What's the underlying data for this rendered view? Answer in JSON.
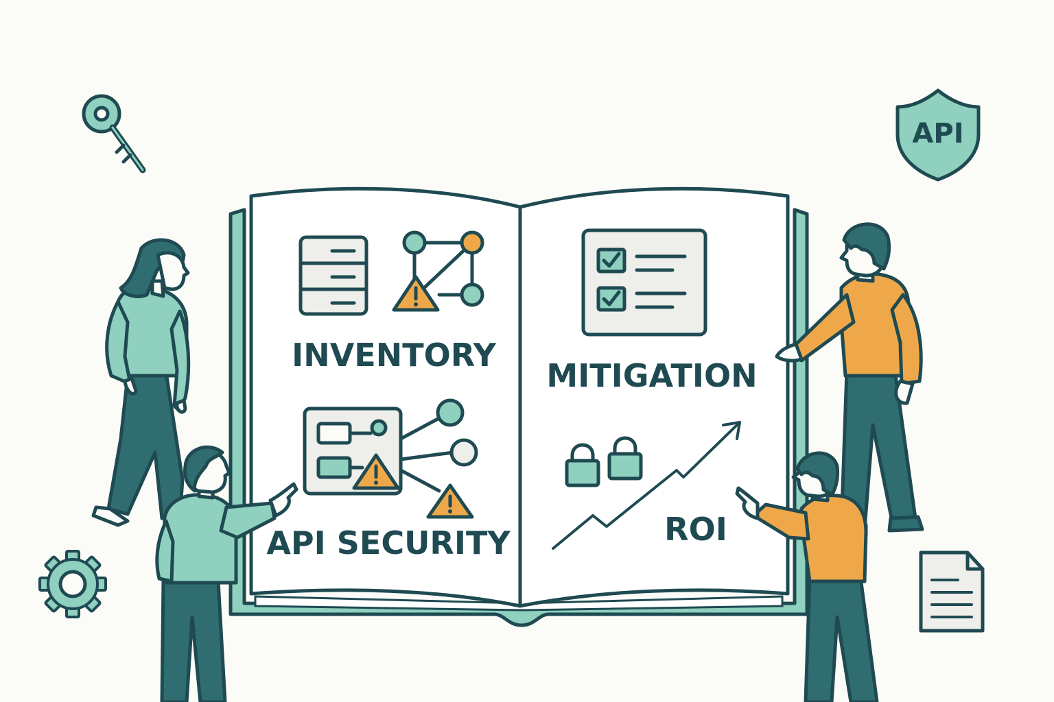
{
  "labels": {
    "inventory": "INVENTORY",
    "api_security": "API SECURITY",
    "mitigation": "MITIGATION",
    "roi": "ROI",
    "shield_text": "API"
  },
  "colors": {
    "outline": "#1f4a52",
    "mint": "#8fd0bf",
    "orange": "#eea84a",
    "teal_dark": "#2f6d70",
    "paper": "#fbfcf8",
    "box_fill": "#eeeeea"
  }
}
